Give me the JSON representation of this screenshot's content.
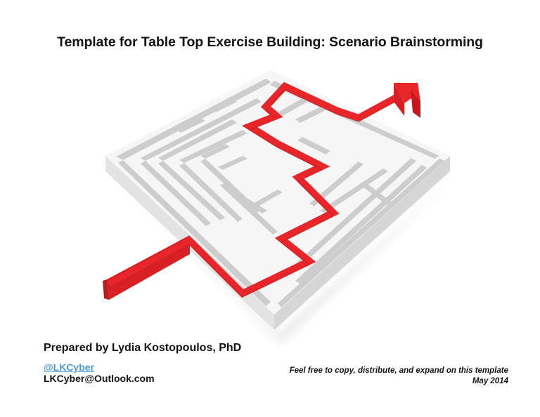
{
  "slide": {
    "title": "Template for Table Top Exercise Building: Scenario Brainstorming",
    "image": {
      "description": "3D white maze with red arrow path solving it",
      "colors": {
        "maze_top": "#f7f7f7",
        "maze_channel": "#cfcfcf",
        "maze_side": "#e6e6e6",
        "path_red": "#e8262a",
        "path_dark": "#b81c1f"
      }
    },
    "author": "Prepared by Lydia Kostopoulos, PhD",
    "twitter_handle": "@LKCyber",
    "email": "LKCyber@Outlook.com",
    "note_line1": "Feel free to copy, distribute, and expand on this template",
    "note_line2": "May 2014"
  }
}
